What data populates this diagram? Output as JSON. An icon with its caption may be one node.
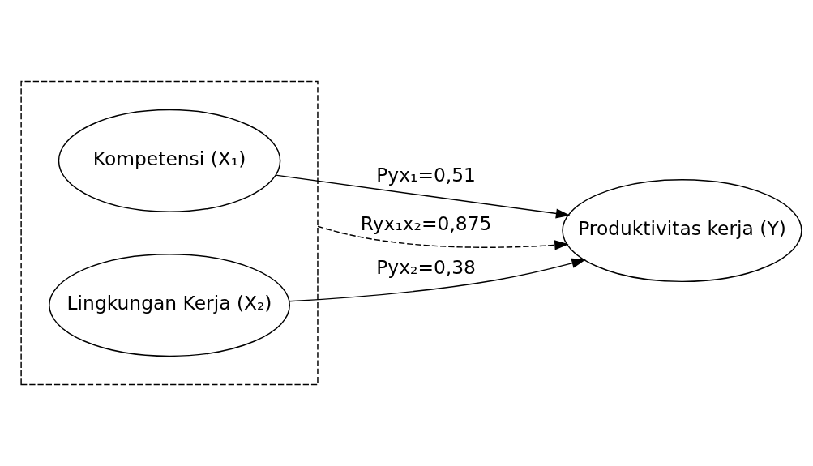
{
  "diagram": {
    "nodes": [
      {
        "text": [],
        "shape": "box"
      },
      {
        "text": [
          "Kompetensi (X₁)"
        ],
        "in": 0
      },
      {
        "text": [
          "Lingkungan Kerja (X₂)"
        ],
        "in": 0
      },
      {
        "text": [
          "Produktivitas kerja (Y)"
        ]
      }
    ],
    "edges": [
      {
        "from": 1,
        "to": 3,
        "arrow": "to",
        "label": "Pyx₁=0,51"
      },
      {
        "from": 2,
        "to": 3,
        "arrow": "to",
        "label": "Pyx₂=0,38"
      },
      {
        "from": 0,
        "to": 3,
        "arrow": "to",
        "style": "dashed",
        "label": "Ryx₁x₂=0,875"
      }
    ]
  }
}
